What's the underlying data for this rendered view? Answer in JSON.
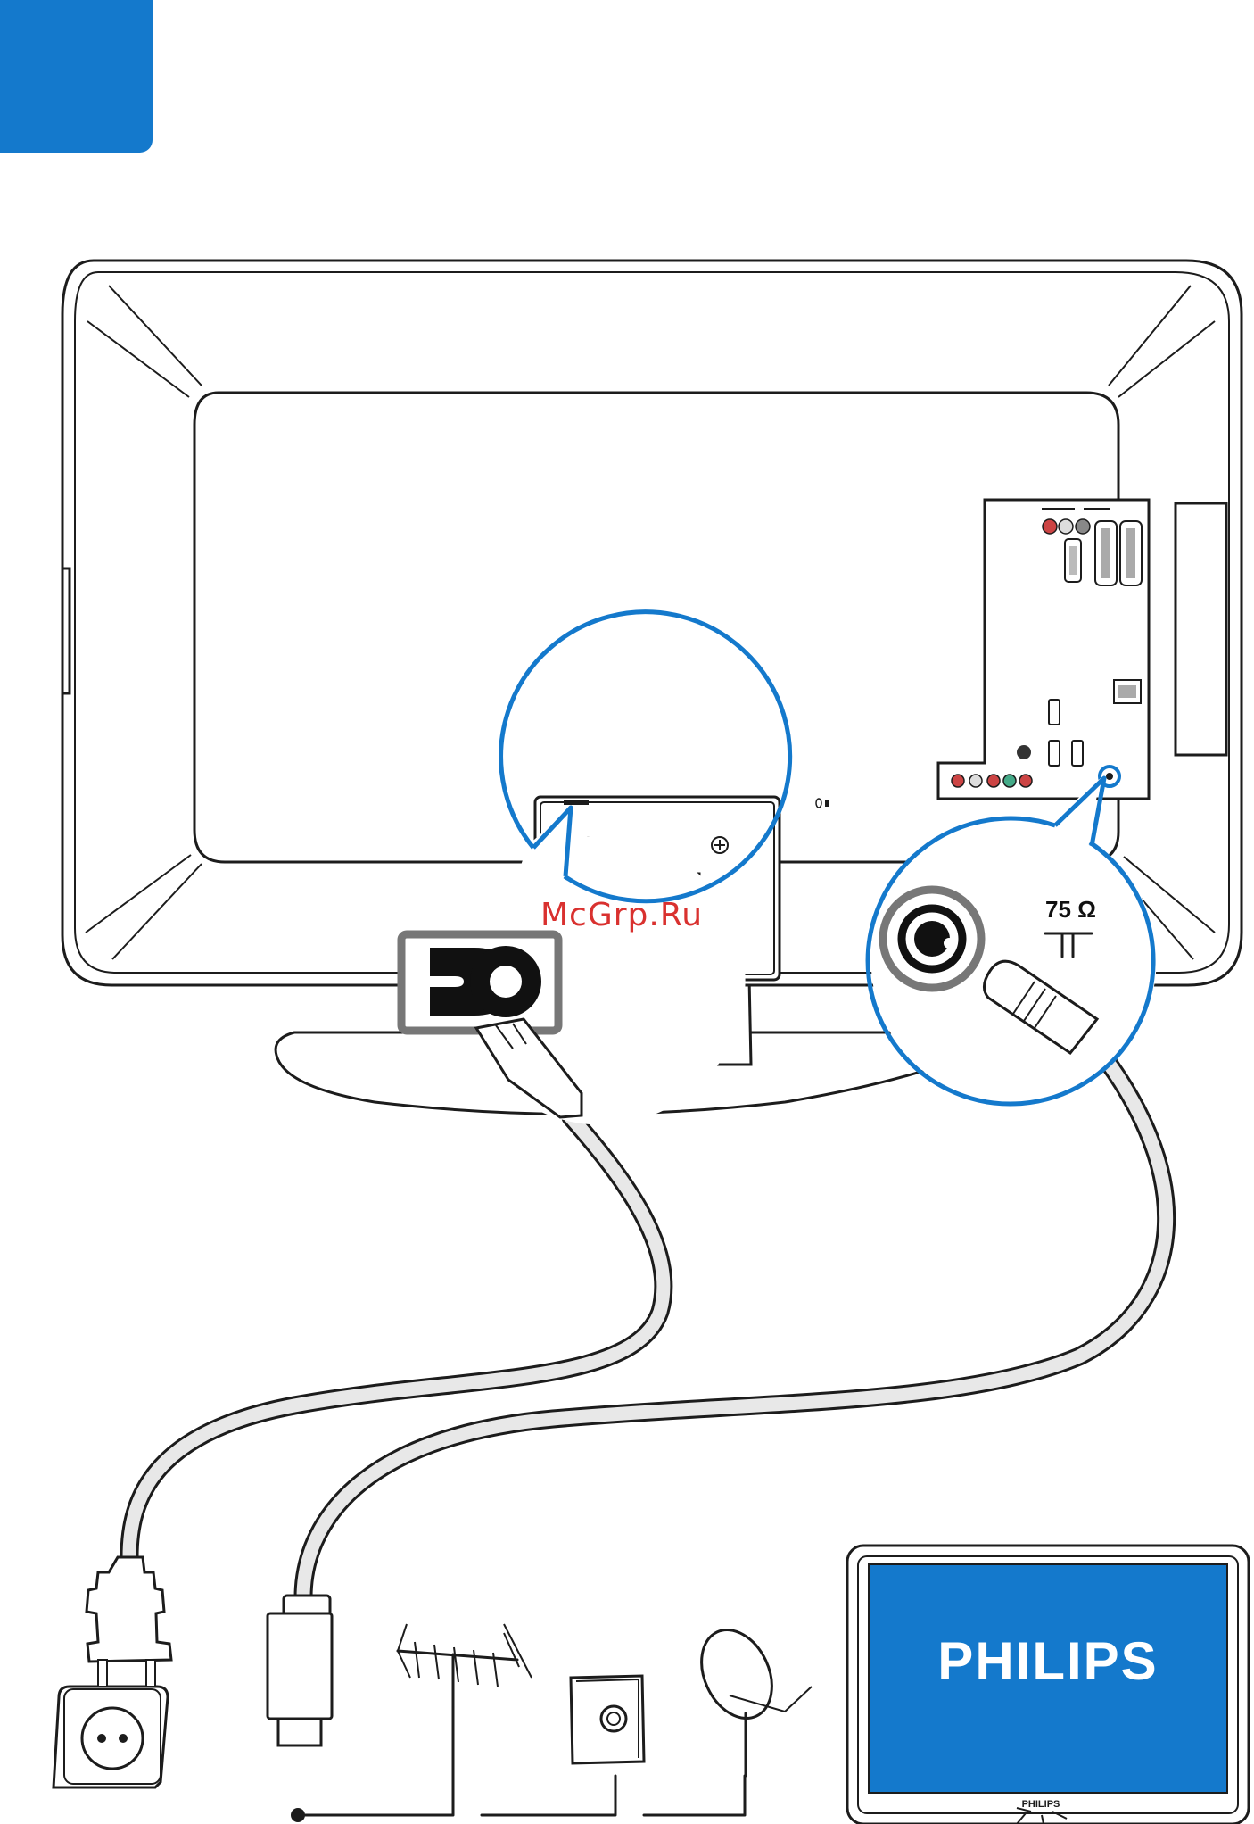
{
  "step_badge": {
    "color": "#1479cc",
    "label": ""
  },
  "watermark": {
    "text": "McGrp.Ru",
    "color": "#d6201e"
  },
  "antenna_callout": {
    "impedance_label": "75 Ω"
  },
  "tv_screen": {
    "brand_label": "PHILIPS",
    "bezel_brand_label": "PHILIPS",
    "screen_color": "#1479cc"
  },
  "colors": {
    "line": "#1c1c1c",
    "accent": "#1479cc",
    "cable_fill": "#e8e8e8",
    "background": "#ffffff"
  },
  "icons": [
    "tv-back-panel",
    "power-socket-icon",
    "power-plug-icon",
    "mains-cable",
    "antenna-cable",
    "rf-plug-icon",
    "aerial-antenna-icon",
    "wall-antenna-outlet-icon",
    "satellite-dish-icon",
    "power-inlet-icon",
    "antenna-input-icon",
    "standby-indicator-icon"
  ]
}
